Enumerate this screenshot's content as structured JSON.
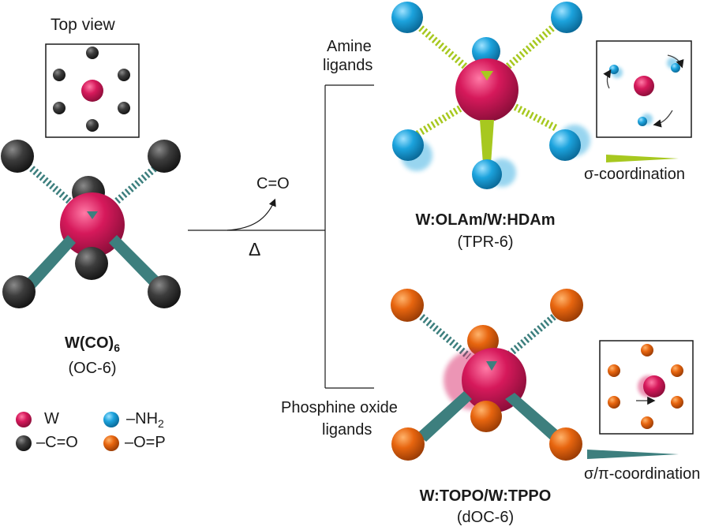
{
  "colors": {
    "W": "#d6195b",
    "CO": "#3a3a3a",
    "NH2": "#1ca3dd",
    "OP": "#e7650f",
    "sigma_bond": "#a7c81f",
    "pi_bond": "#3d7f7e",
    "line": "#1a1a1a"
  },
  "top_view_label": "Top view",
  "reactant": {
    "name_main": "W(CO)",
    "name_sub": "6",
    "geometry": "(OC-6)"
  },
  "arrow": {
    "released_gas": "C=O",
    "heat_symbol": "Δ"
  },
  "amine_branch": {
    "ligand_label_line1": "Amine",
    "ligand_label_line2": "ligands",
    "product_name": "W:OLAm/W:HDAm",
    "geometry": "(TPR-6)",
    "coordination_label": "σ-coordination"
  },
  "phosphine_branch": {
    "ligand_label_line1": "Phosphine oxide",
    "ligand_label_line2": "ligands",
    "product_name": "W:TOPO/W:TPPO",
    "geometry": "(dOC-6)",
    "coordination_label": "σ/π-coordination"
  },
  "legend": [
    {
      "label": "W",
      "color": "#d6195b"
    },
    {
      "label": "–NH",
      "sub": "2",
      "color": "#1ca3dd"
    },
    {
      "label": "–C=O",
      "color": "#3a3a3a"
    },
    {
      "label": "–O=P",
      "color": "#e7650f"
    }
  ]
}
